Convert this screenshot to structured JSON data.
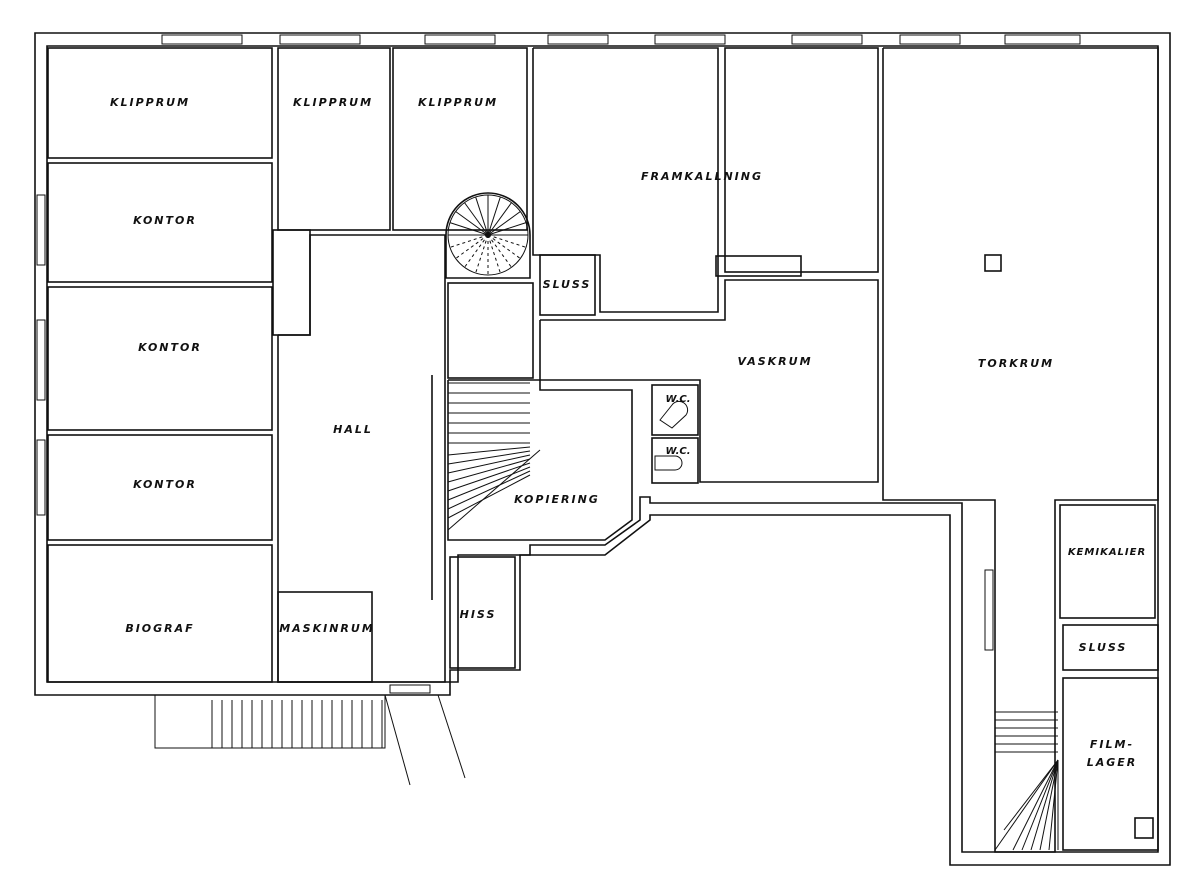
{
  "rooms": {
    "klipprum_1": "KLIPPRUM",
    "klipprum_2": "KLIPPRUM",
    "klipprum_3": "KLIPPRUM",
    "kontor_1": "KONTOR",
    "kontor_2": "KONTOR",
    "kontor_3": "KONTOR",
    "biograf": "BIOGRAF",
    "maskinrum": "MASKINRUM",
    "hall": "HALL",
    "hiss": "HISS",
    "kopiering": "KOPIERING",
    "wc_1": "W.C.",
    "wc_2": "W.C.",
    "sluss_1": "SLUSS",
    "sluss_2": "SLUSS",
    "framkallning": "FRAMKALLNING",
    "vaskrum": "VASKRUM",
    "torkrum": "TORKRUM",
    "kemikalier": "KEMIKALIER",
    "filmlager_1": "FILM-",
    "filmlager_2": "LAGER"
  }
}
